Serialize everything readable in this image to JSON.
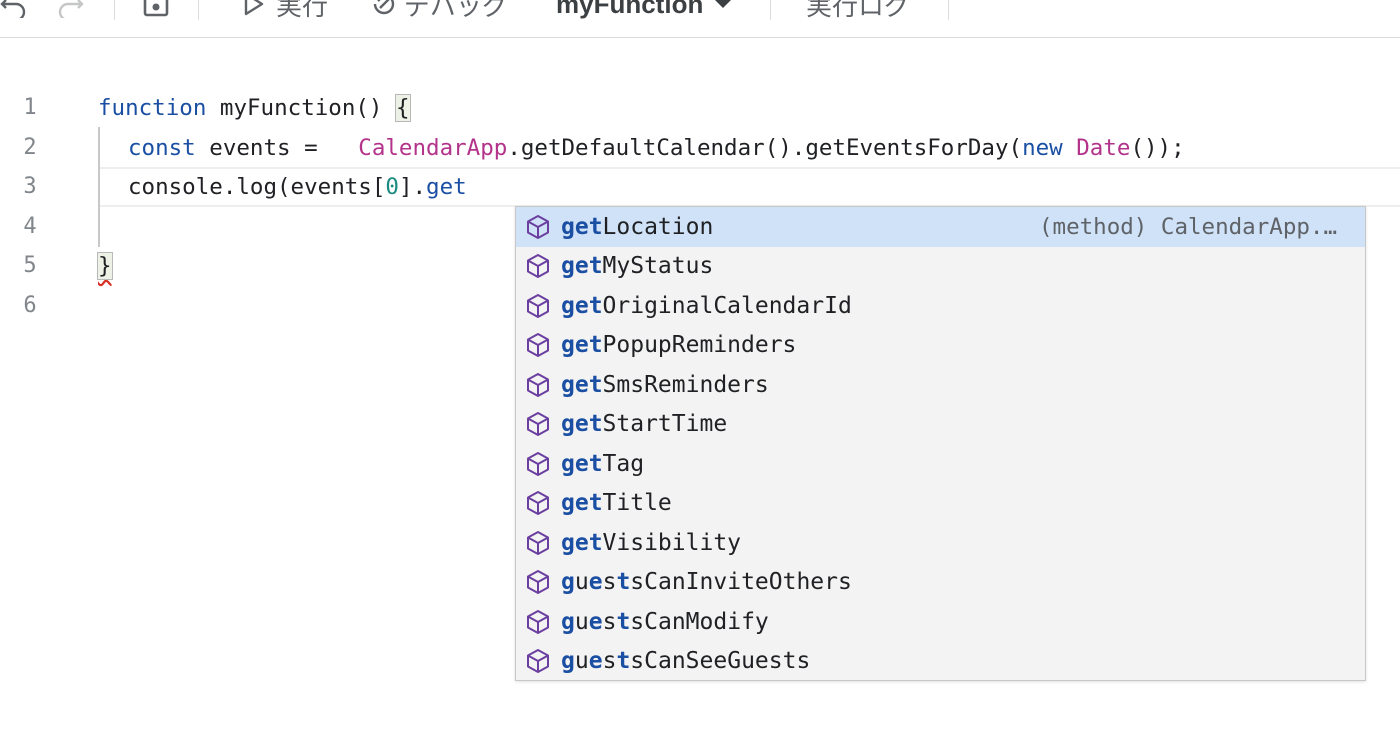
{
  "toolbar": {
    "run_label": "実行",
    "debug_label": "デバッグ",
    "function_name": "myFunction",
    "log_label": "実行ログ"
  },
  "editor": {
    "line_numbers": [
      "1",
      "2",
      "3",
      "4",
      "5",
      "6"
    ],
    "line1": {
      "kw": "function",
      "rest": " myFunction() ",
      "brace": "{"
    },
    "line2": {
      "kw": "const",
      "mid": " events =   ",
      "cls": "CalendarApp",
      "call": ".getDefaultCalendar().getEventsForDay(",
      "kw2": "new",
      "sp": " ",
      "cls2": "Date",
      "end": "());"
    },
    "line3": {
      "pre": "console.log(events[",
      "num": "0",
      "mid": "].",
      "typed": "get"
    },
    "line5": {
      "brace": "}"
    }
  },
  "suggest": {
    "detail": "(method) CalendarApp.…",
    "items": [
      {
        "seg1": "get",
        "seg2": "Location"
      },
      {
        "seg1": "get",
        "seg2": "MyStatus"
      },
      {
        "seg1": "get",
        "seg2": "OriginalCalendarId"
      },
      {
        "seg1": "get",
        "seg2": "PopupReminders"
      },
      {
        "seg1": "get",
        "seg2": "SmsReminders"
      },
      {
        "seg1": "get",
        "seg2": "StartTime"
      },
      {
        "seg1": "get",
        "seg2": "Tag"
      },
      {
        "seg1": "get",
        "seg2": "Title"
      },
      {
        "seg1": "get",
        "seg2": "Visibility"
      },
      {
        "seg1": "g",
        "seg2": "u",
        "seg3": "e",
        "seg4": "s",
        "seg5": "t",
        "seg6": "sCanInviteOthers"
      },
      {
        "seg1": "g",
        "seg2": "u",
        "seg3": "e",
        "seg4": "s",
        "seg5": "t",
        "seg6": "sCanModify"
      },
      {
        "seg1": "g",
        "seg2": "u",
        "seg3": "e",
        "seg4": "s",
        "seg5": "t",
        "seg6": "sCanSeeGuests"
      }
    ]
  },
  "colors": {
    "keyword": "#1a4fa3",
    "class_name": "#b3338b",
    "number": "#1b8a80",
    "selection": "#cfe2f7",
    "method_icon": "#6b3fa0"
  },
  "icons": [
    "undo-icon",
    "redo-icon",
    "save-icon",
    "run-icon",
    "debug-icon",
    "dropdown-icon",
    "method-icon"
  ]
}
